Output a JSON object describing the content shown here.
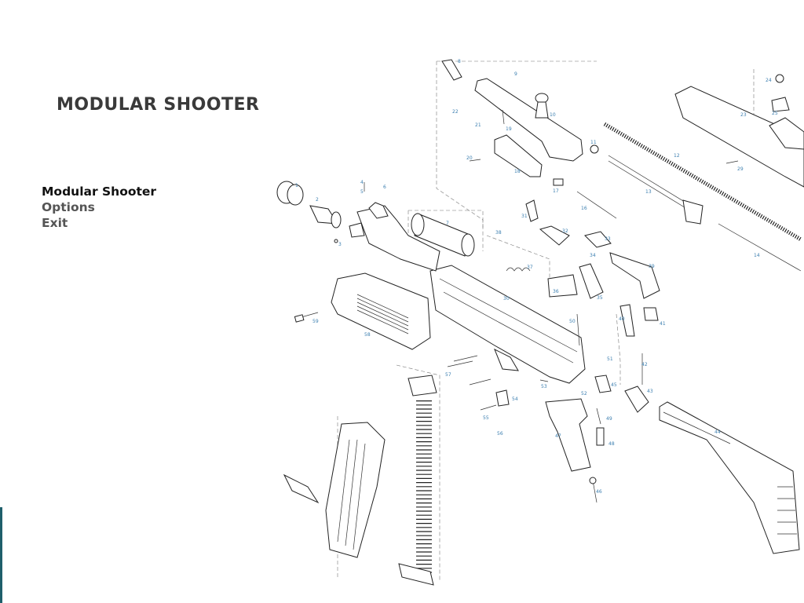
{
  "game": {
    "title": "MODULAR SHOOTER"
  },
  "menu": {
    "items": [
      {
        "label": "Modular  Shooter",
        "selected": true
      },
      {
        "label": "Options",
        "selected": false
      },
      {
        "label": "Exit",
        "selected": false
      }
    ]
  },
  "background": {
    "part_numbers": [
      "1",
      "2",
      "3",
      "4",
      "5",
      "6",
      "7",
      "8",
      "9",
      "10",
      "11",
      "12",
      "13",
      "14",
      "16",
      "17",
      "18",
      "19",
      "20",
      "21",
      "22",
      "23",
      "24",
      "25",
      "29",
      "30",
      "31",
      "32",
      "33",
      "34",
      "35",
      "36",
      "37",
      "38",
      "39",
      "40",
      "41",
      "42",
      "43",
      "44",
      "45",
      "46",
      "47",
      "48",
      "49",
      "50",
      "51",
      "52",
      "53",
      "54",
      "55",
      "56",
      "57",
      "58",
      "59"
    ]
  },
  "colors": {
    "title": "#3a3a3a",
    "menu_selected": "#111111",
    "menu_normal": "#555555",
    "part_label": "#3c7fb0",
    "edge_bar": "#1f5f6b"
  }
}
